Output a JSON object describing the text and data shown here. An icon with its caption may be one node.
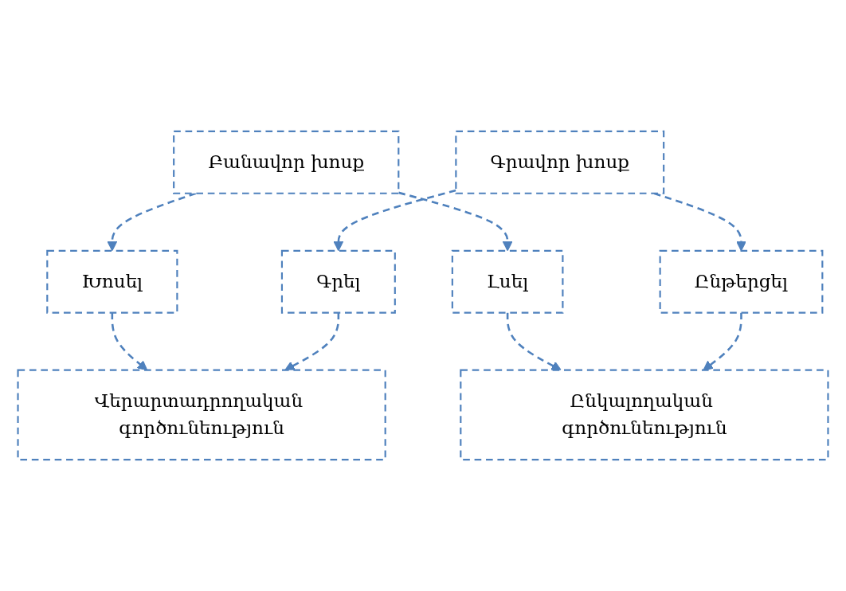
{
  "diagram": {
    "nodes": [
      {
        "text": [
          "Բանավոր խոսք"
        ]
      },
      {
        "text": [
          "Խոսել"
        ]
      },
      {
        "text": [
          "Լսել"
        ]
      },
      {
        "text": [
          "Վերարտադրողական գործունեություն"
        ]
      },
      {
        "text": [
          "Ընկալողական գործունեություն"
        ]
      },
      {
        "text": [
          "Գրավոր խոսք"
        ]
      },
      {
        "text": [
          "Գրել"
        ]
      },
      {
        "text": [
          "Ընթերցել"
        ]
      }
    ],
    "edges": [
      {
        "from": 0,
        "to": 1,
        "arrow": "to",
        "style": "dashed"
      },
      {
        "from": 0,
        "to": 2,
        "arrow": "to",
        "style": "dashed"
      },
      {
        "from": 1,
        "to": 3,
        "arrow": "to",
        "style": "dashed"
      },
      {
        "from": 2,
        "to": 4,
        "arrow": "to",
        "style": "dashed"
      },
      {
        "from": 5,
        "to": 6,
        "arrow": "to",
        "style": "dashed"
      },
      {
        "from": 5,
        "to": 7,
        "arrow": "to",
        "style": "dashed"
      },
      {
        "from": 6,
        "to": 3,
        "arrow": "to",
        "style": "dashed"
      },
      {
        "from": 7,
        "to": 4,
        "arrow": "to",
        "style": "dashed"
      }
    ]
  }
}
